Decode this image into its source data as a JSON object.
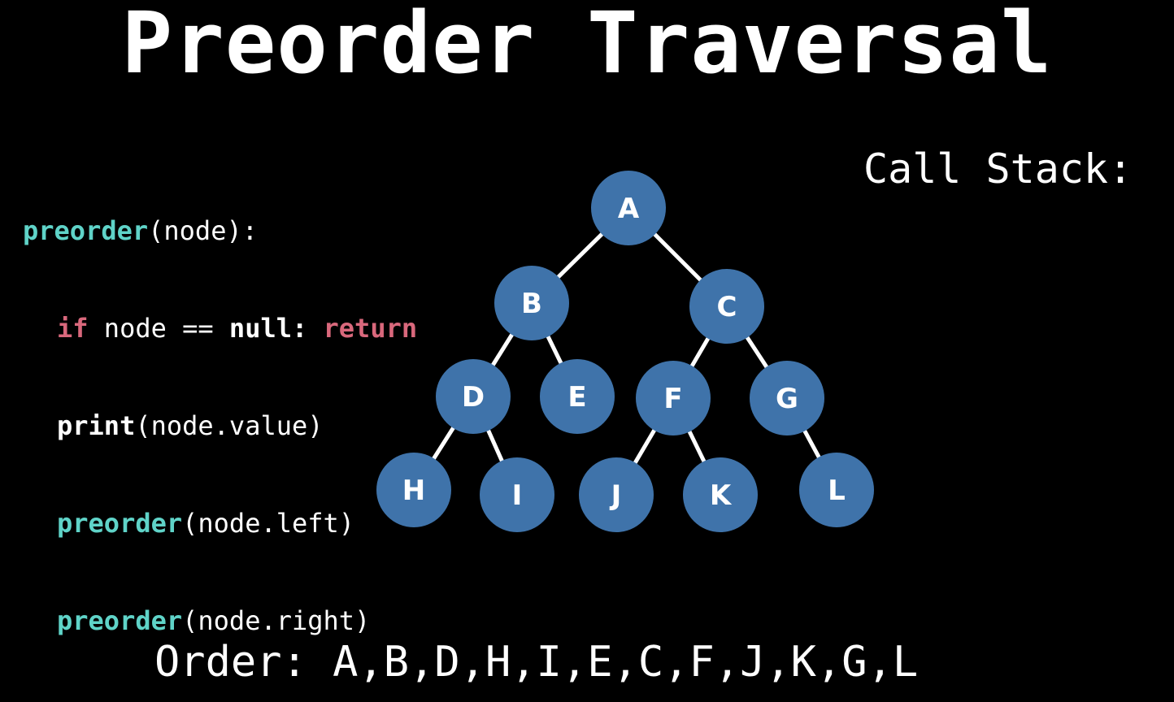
{
  "title": "Preorder Traversal",
  "code": {
    "line1": {
      "fn": "preorder",
      "rest": "(node):"
    },
    "line2": {
      "kw_if": "if",
      "mid": " node == ",
      "kw_null": "null",
      "colon": ": ",
      "kw_return": "return"
    },
    "line3": {
      "kw_print": "print",
      "rest": "(node.value)"
    },
    "line4": {
      "fn": "preorder",
      "rest": "(node.left)"
    },
    "line5": {
      "fn": "preorder",
      "rest": "(node.right)"
    }
  },
  "call_stack_label": "Call Stack:",
  "order": {
    "label": "Order:",
    "sequence": "A,B,D,H,I,E,C,F,J,K,G,L"
  },
  "colors": {
    "node_fill": "#3f73aa",
    "edge": "#ffffff",
    "function_name": "#5fd3c8",
    "keyword": "#d9687c",
    "background": "#000000"
  },
  "tree": {
    "nodes": [
      "A",
      "B",
      "C",
      "D",
      "E",
      "F",
      "G",
      "H",
      "I",
      "J",
      "K",
      "L"
    ],
    "edges": [
      [
        "A",
        "B"
      ],
      [
        "A",
        "C"
      ],
      [
        "B",
        "D"
      ],
      [
        "B",
        "E"
      ],
      [
        "C",
        "F"
      ],
      [
        "C",
        "G"
      ],
      [
        "D",
        "H"
      ],
      [
        "D",
        "I"
      ],
      [
        "F",
        "J"
      ],
      [
        "F",
        "K"
      ],
      [
        "G",
        "L"
      ]
    ]
  }
}
